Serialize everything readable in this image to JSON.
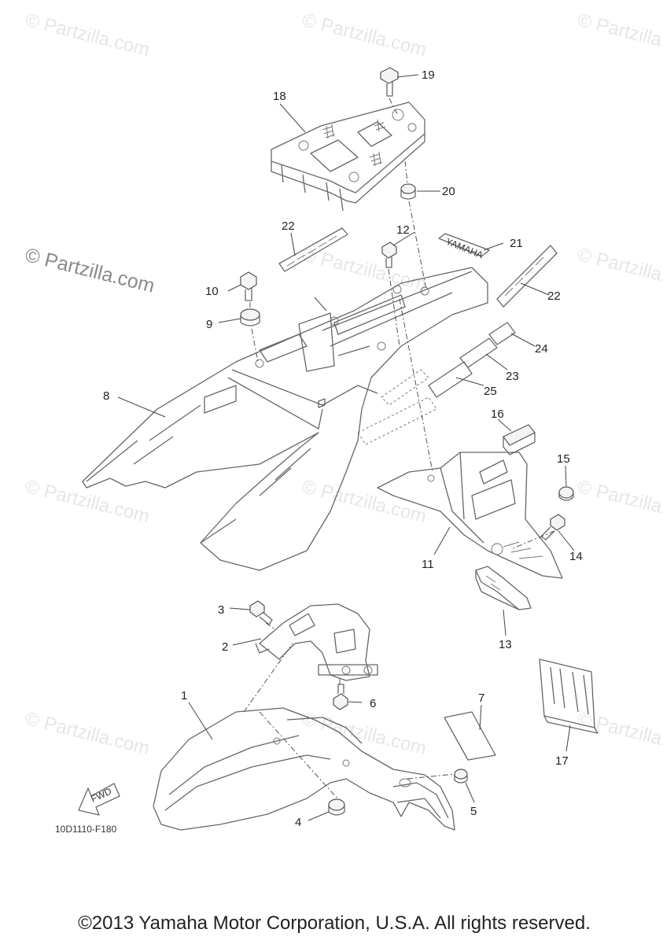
{
  "watermark": {
    "copy": "© Partzilla.com"
  },
  "diagram": {
    "code": "10D1110-F180",
    "fwd_label": "FWD",
    "sticker_text": "YAMAHA",
    "parts": [
      {
        "id": "1",
        "label": "1"
      },
      {
        "id": "2",
        "label": "2"
      },
      {
        "id": "3",
        "label": "3"
      },
      {
        "id": "4",
        "label": "4"
      },
      {
        "id": "5",
        "label": "5"
      },
      {
        "id": "6",
        "label": "6"
      },
      {
        "id": "7",
        "label": "7"
      },
      {
        "id": "8",
        "label": "8"
      },
      {
        "id": "9",
        "label": "9"
      },
      {
        "id": "10",
        "label": "10"
      },
      {
        "id": "11",
        "label": "11"
      },
      {
        "id": "12",
        "label": "12"
      },
      {
        "id": "13",
        "label": "13"
      },
      {
        "id": "14",
        "label": "14"
      },
      {
        "id": "15",
        "label": "15"
      },
      {
        "id": "16",
        "label": "16"
      },
      {
        "id": "17",
        "label": "17"
      },
      {
        "id": "18",
        "label": "18"
      },
      {
        "id": "19",
        "label": "19"
      },
      {
        "id": "20",
        "label": "20"
      },
      {
        "id": "21",
        "label": "21"
      },
      {
        "id": "22a",
        "label": "22"
      },
      {
        "id": "22b",
        "label": "22"
      },
      {
        "id": "23",
        "label": "23"
      },
      {
        "id": "24",
        "label": "24"
      },
      {
        "id": "25",
        "label": "25"
      }
    ]
  },
  "footer": {
    "copyright": "©2013 Yamaha Motor Corporation, U.S.A. All rights reserved."
  }
}
